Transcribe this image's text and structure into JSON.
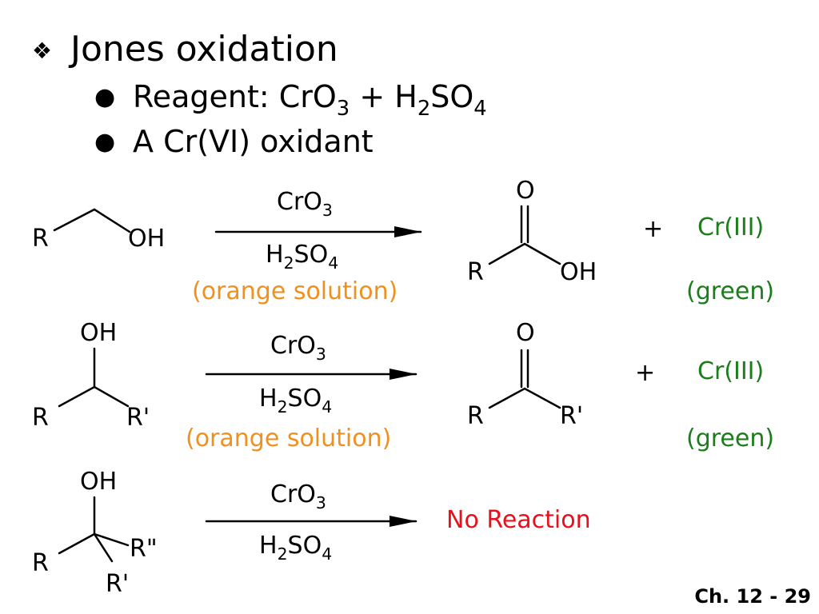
{
  "slide": {
    "title": "Jones oxidation",
    "title_marker": "❖",
    "bullet_marker": "●",
    "bullets": [
      {
        "pre": "Reagent: CrO",
        "s1": "3",
        "mid": " + H",
        "s2": "2",
        "post": "SO",
        "s3": "4"
      },
      {
        "text": "A Cr(VI) oxidant"
      }
    ],
    "footer": "Ch. 12 - 29"
  },
  "reactions": [
    {
      "reactant": {
        "r": "R",
        "oh": "OH"
      },
      "reagent_top": {
        "main": "CrO",
        "sub": "3"
      },
      "reagent_bottom": {
        "h": "H",
        "s1": "2",
        "so": "SO",
        "s2": "4"
      },
      "condition": "(orange solution)",
      "product": {
        "o": "O",
        "r": "R",
        "oh": "OH"
      },
      "plus": "+",
      "byproduct": "Cr(III)",
      "byproduct_color": "(green)"
    },
    {
      "reactant": {
        "oh": "OH",
        "r": "R",
        "r2": "R'"
      },
      "reagent_top": {
        "main": "CrO",
        "sub": "3"
      },
      "reagent_bottom": {
        "h": "H",
        "s1": "2",
        "so": "SO",
        "s2": "4"
      },
      "condition": "(orange solution)",
      "product": {
        "o": "O",
        "r": "R",
        "r2": "R'"
      },
      "plus": "+",
      "byproduct": "Cr(III)",
      "byproduct_color": "(green)"
    },
    {
      "reactant": {
        "oh": "OH",
        "r": "R",
        "r2": "R\"",
        "r3": "R'"
      },
      "reagent_top": {
        "main": "CrO",
        "sub": "3"
      },
      "reagent_bottom": {
        "h": "H",
        "s1": "2",
        "so": "SO",
        "s2": "4"
      },
      "result": "No Reaction"
    }
  ],
  "colors": {
    "green": "#1b7d1b",
    "orange": "#f0901e",
    "red": "#e8101c"
  }
}
